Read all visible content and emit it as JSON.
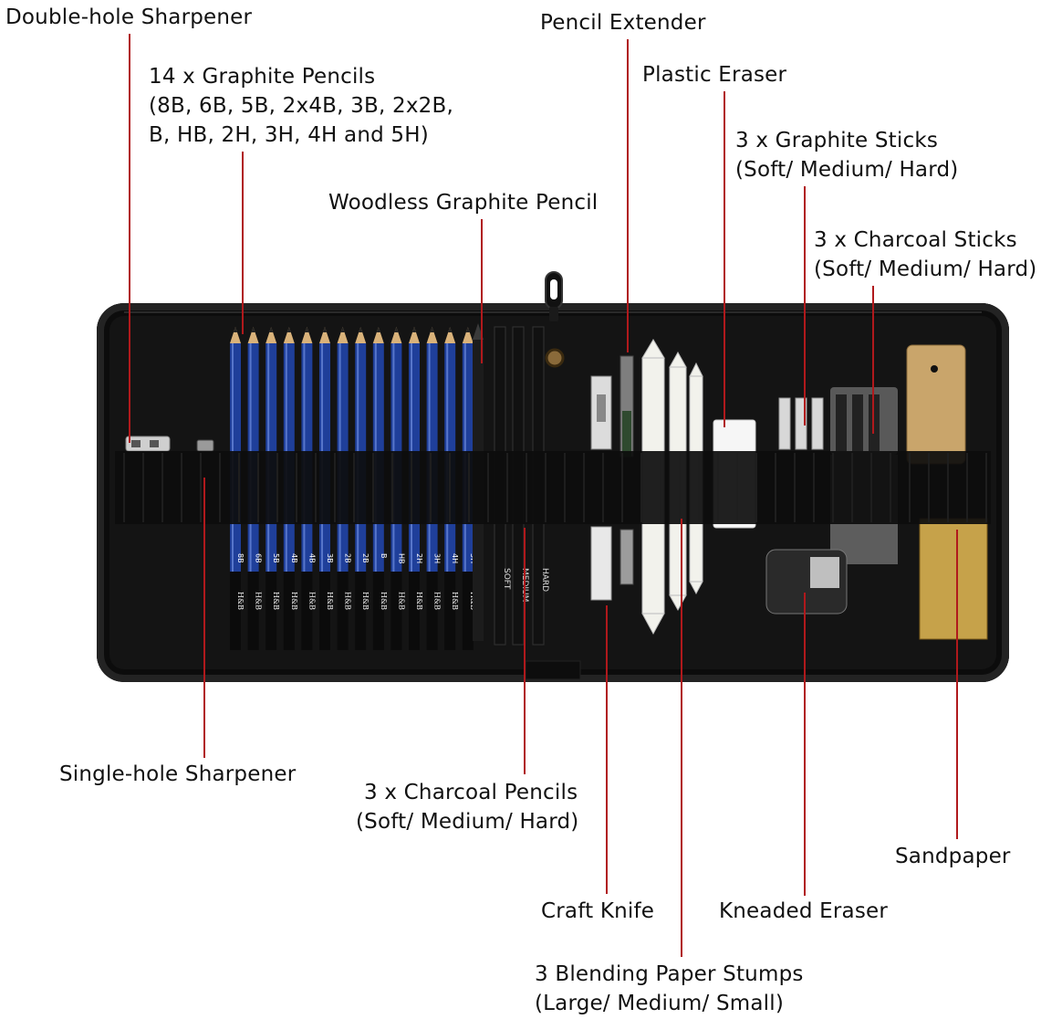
{
  "colors": {
    "leader": "#b0191c",
    "case": "#141414",
    "pencil_blue": "#1f3f9a",
    "label_text": "#111111"
  },
  "labels": {
    "double_hole_sharpener": "Double-hole Sharpener",
    "graphite_pencils_title": "14 x Graphite Pencils",
    "graphite_pencils_line2": "(8B, 6B, 5B, 2x4B, 3B, 2x2B,",
    "graphite_pencils_line3": "B, HB, 2H, 3H, 4H and 5H)",
    "woodless_graphite_pencil": "Woodless Graphite Pencil",
    "pencil_extender": "Pencil Extender",
    "plastic_eraser": "Plastic Eraser",
    "graphite_sticks_title": "3 x Graphite Sticks",
    "graphite_sticks_sub": "(Soft/ Medium/ Hard)",
    "charcoal_sticks_title": "3 x Charcoal Sticks",
    "charcoal_sticks_sub": "(Soft/ Medium/ Hard)",
    "single_hole_sharpener": "Single-hole Sharpener",
    "charcoal_pencils_title": "3 x Charcoal Pencils",
    "charcoal_pencils_sub": "(Soft/ Medium/ Hard)",
    "sandpaper": "Sandpaper",
    "craft_knife": "Craft Knife",
    "kneaded_eraser": "Kneaded Eraser",
    "blending_stumps_title": "3 Blending Paper Stumps",
    "blending_stumps_sub": "(Large/ Medium/ Small)"
  },
  "product": {
    "graphite_grades": [
      "8B",
      "6B",
      "5B",
      "4B",
      "4B",
      "3B",
      "2B",
      "2B",
      "B",
      "HB",
      "2H",
      "3H",
      "4H",
      "5H"
    ],
    "pencil_brand": "H&B",
    "charcoal_grades": [
      "SOFT",
      "MEDIUM",
      "HARD"
    ]
  }
}
